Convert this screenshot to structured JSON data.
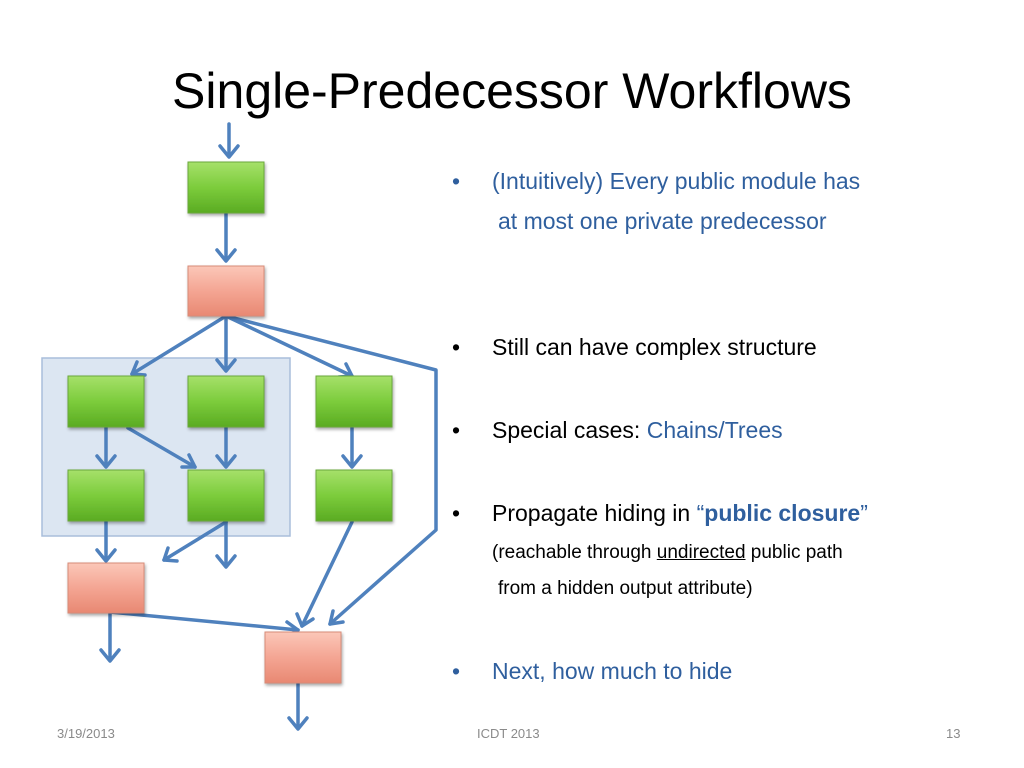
{
  "slide": {
    "title": "Single-Predecessor Workflows"
  },
  "bullets": {
    "b1_line1": "(Intuitively)  Every public module has",
    "b1_line2": "at most one private predecessor",
    "b2": "Still can have complex structure",
    "b3_prefix": "Special cases: ",
    "b3_highlight": "Chains/Trees",
    "b4_prefix": "Propagate hiding in ",
    "b4_open_quote": "“",
    "b4_bold": "public closure",
    "b4_close_quote": "”",
    "b4_sub1_prefix": "(reachable through ",
    "b4_sub1_underline": "undirected",
    "b4_sub1_suffix": " public path",
    "b4_sub2": "from a hidden output attribute)",
    "b5": "Next, how much to hide",
    "bullet_char": "•"
  },
  "footer": {
    "date": "3/19/2013",
    "conference": "ICDT 2013",
    "page": "13"
  },
  "colors": {
    "arrow": "#4f81bd",
    "public_module": "#7ac943",
    "private_module": "#f4a593",
    "highlight_region": "#dce6f2",
    "bullet_text_blue": "#2f5f9e"
  }
}
